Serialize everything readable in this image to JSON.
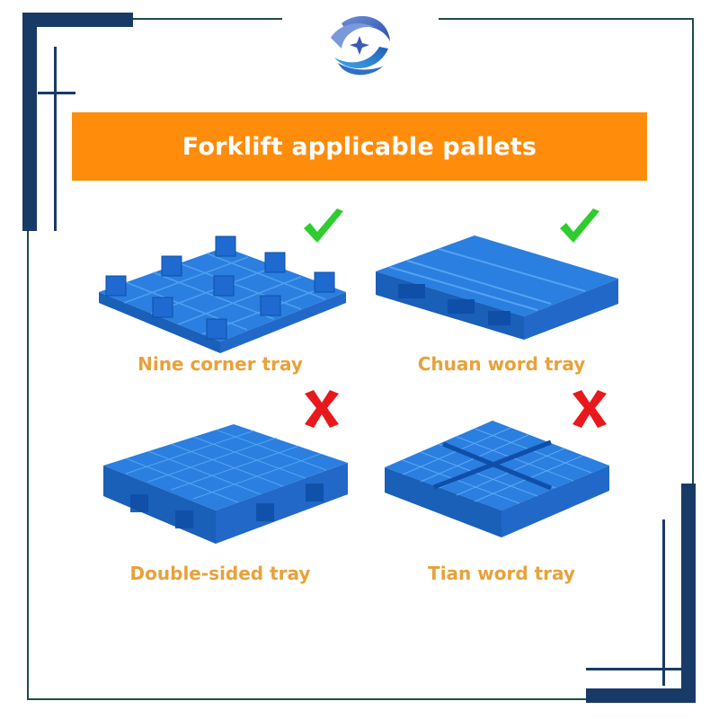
{
  "colors": {
    "frame_dark": "#183a66",
    "frame_line": "#1f4d47",
    "banner_bg": "#ff8c0a",
    "banner_text": "#ffffff",
    "label_text": "#e8a13a",
    "pallet_blue": "#2a7fe0",
    "check_green": "#2ecc2e",
    "cross_red": "#e8191c"
  },
  "logo": {
    "icon": "swirl-logo-icon"
  },
  "banner": {
    "title": "Forklift applicable pallets"
  },
  "items": [
    {
      "label": "Nine corner tray",
      "status": "applicable",
      "status_icon": "check-icon"
    },
    {
      "label": "Chuan word tray",
      "status": "applicable",
      "status_icon": "check-icon"
    },
    {
      "label": "Double-sided tray",
      "status": "not-applicable",
      "status_icon": "cross-icon"
    },
    {
      "label": "Tian word tray",
      "status": "not-applicable",
      "status_icon": "cross-icon"
    }
  ]
}
